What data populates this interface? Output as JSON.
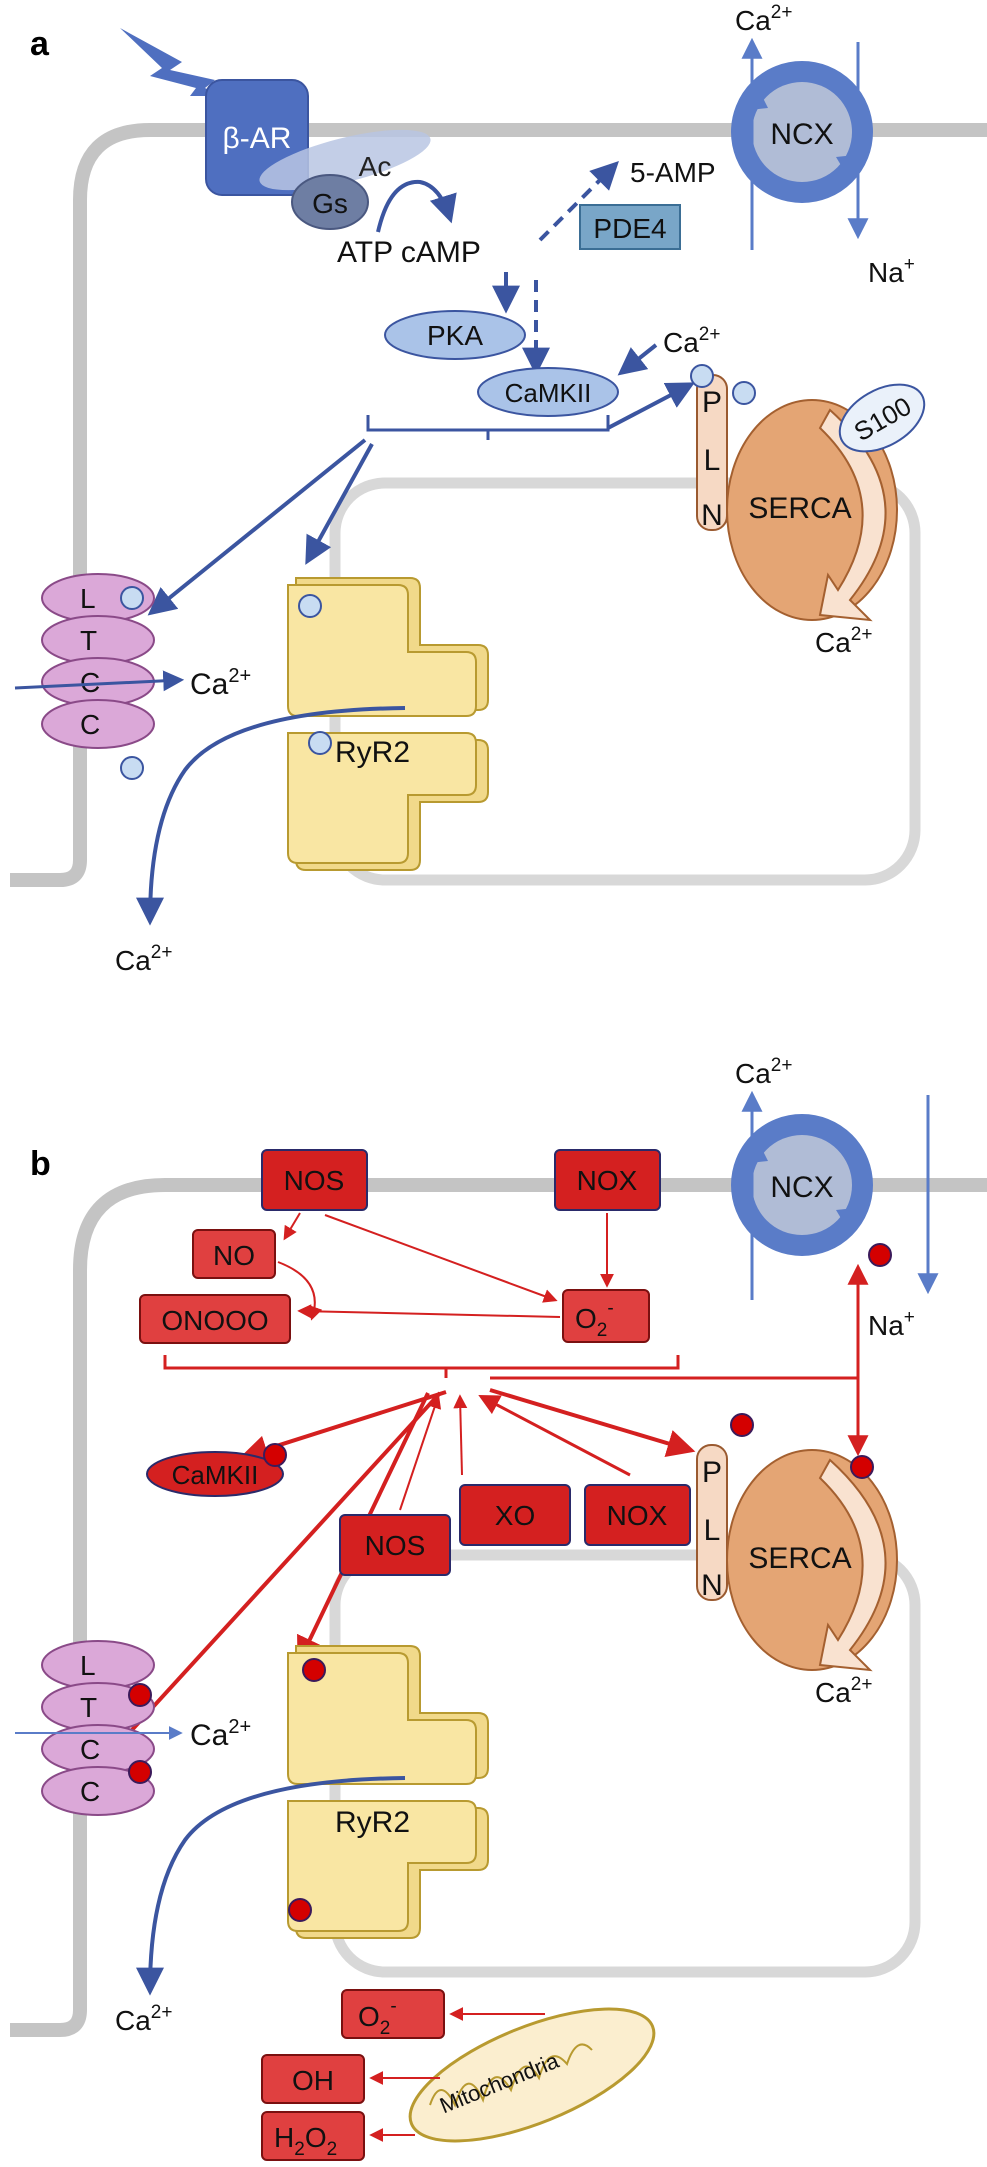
{
  "panel_a": {
    "label": "a",
    "beta_ar": "β-AR",
    "gs": "Gs",
    "ac": "Ac",
    "atp_camp": "ATP cAMP",
    "amp5": "5-AMP",
    "pde4": "PDE4",
    "pka": "PKA",
    "camkii": "CaMKII",
    "ca_top": "Ca",
    "ncx": "NCX",
    "na": "Na",
    "ca_kinase": "Ca",
    "s100": "S100",
    "pln": [
      "P",
      "L",
      "N"
    ],
    "serca": "SERCA",
    "ca_serca": "Ca",
    "ltcc": [
      "L",
      "T",
      "C",
      "C"
    ],
    "ca_ltcc": "Ca",
    "ryr2": "RyR2",
    "ca_bottom": "Ca"
  },
  "panel_b": {
    "label": "b",
    "nos_top": "NOS",
    "nox_top": "NOX",
    "no": "NO",
    "onooo": "ONOOO",
    "o2": "O",
    "ca_top": "Ca",
    "ncx": "NCX",
    "na": "Na",
    "camkii": "CaMKII",
    "xo": "XO",
    "nos_mid": "NOS",
    "nox_mid": "NOX",
    "pln": [
      "P",
      "L",
      "N"
    ],
    "serca": "SERCA",
    "ca_serca": "Ca",
    "ltcc": [
      "L",
      "T",
      "C",
      "C"
    ],
    "ca_ltcc": "Ca",
    "ryr2": "RyR2",
    "ca_bottom": "Ca",
    "mito_o2": "O",
    "oh": "OH",
    "h2o2": "H",
    "mitochondria": "Mitochondria"
  },
  "colors": {
    "membrane": "#c4c4c4",
    "receptor_blue": "#4f6fc0",
    "kinase_blue": "#aac3e8",
    "phospho_blue": "#c8dcf2",
    "arrow_blue": "#3b55a0",
    "ncx_ring": "#5a7cc8",
    "pde4": "#79a6c8",
    "pln_fill": "#f6d9c4",
    "serca_fill": "#e4a574",
    "ltcc_fill": "#dba8d8",
    "ryr_fill": "#f9e6a3",
    "ros_red": "#d42020",
    "ros_dark": "#c60f0f"
  }
}
